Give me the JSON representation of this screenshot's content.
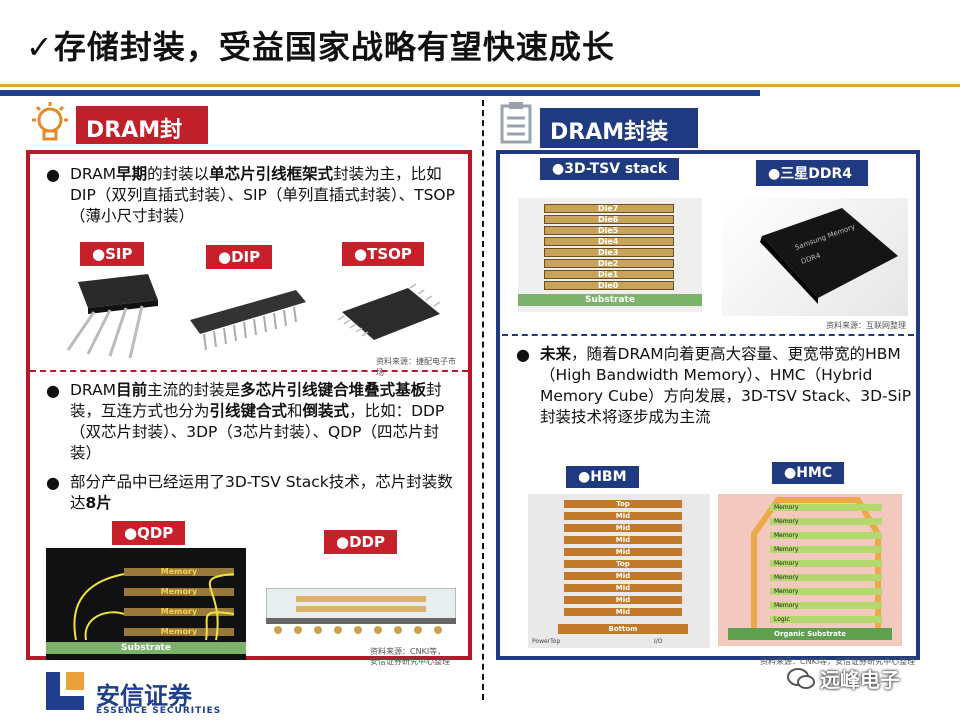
{
  "title": "✓存储封装，受益国家战略有望快速成长",
  "left_header": "DRAM封装",
  "right_header": "DRAM封装",
  "left": {
    "b1_parts": [
      "DRAM",
      "早期",
      "的封装以",
      "单芯片引线框架式",
      "封装为主，比如DIP（双列直插式封装）、SIP（单列直插式封装）、TSOP（薄小尺寸封装）"
    ],
    "tags_top": [
      "●SIP",
      "●DIP",
      "●TSOP"
    ],
    "src1": "资料来源：捷配电子市场",
    "b2_parts": [
      "DRAM",
      "目前",
      "主流的封装是",
      "多芯片引线键合堆叠式基板",
      "封装，互连方式也分为",
      "引线键合式",
      "和",
      "倒装式",
      "，比如：DDP（双芯片封装）、3DP（3芯片封装）、QDP（四芯片封装）"
    ],
    "b3_parts": [
      "部分产品中已经运用了3D-TSV Stack技术，芯片封装数达",
      "8片"
    ],
    "tags_bottom": [
      "●QDP",
      "●DDP"
    ],
    "qdp_mem": [
      "Memory",
      "Memory",
      "Memory",
      "Memory"
    ],
    "qdp_substrate": "Substrate",
    "src2_l1": "资料来源：CNKI等，",
    "src2_l2": "安信证券研究中心整理"
  },
  "right": {
    "tag_tsv": "●3D-TSV stack",
    "tag_samsung": "●三星DDR4",
    "dies": [
      "Die7",
      "Die6",
      "Die5",
      "Die4",
      "Die3",
      "Die2",
      "Die1",
      "Die0"
    ],
    "substrate": "Substrate",
    "chip_text1": "Samsung Memory",
    "chip_text2": "DDR4",
    "src1": "资料来源：互联网整理",
    "b_parts": [
      "未来",
      "，随着DRAM向着更高大容量、更宽带宽的HBM（High Bandwidth Memory）、HMC（Hybrid Memory Cube）方向发展，3D-TSV Stack、3D-SiP封装技术将逐步成为主流"
    ],
    "tag_hbm": "●HBM",
    "tag_hmc": "●HMC",
    "hbm_layers": [
      "Top",
      "Mid",
      "Mid",
      "Mid",
      "Mid",
      "Top",
      "Mid",
      "Mid",
      "Mid",
      "Mid",
      "Bottom"
    ],
    "hbm_foot": [
      "PowerTop",
      "I/O"
    ],
    "hmc_layers": [
      "Memory",
      "Memory",
      "Memory",
      "Memory",
      "Memory",
      "Memory",
      "Memory",
      "Memory",
      "Logic"
    ],
    "hmc_substrate": "Organic Substrate",
    "src2": "资料来源：CNKI等，安信证券研究中心整理"
  },
  "footer": {
    "logo_cn": "安信证券",
    "logo_en": "ESSENCE SECURITIES",
    "watermark": "远峰电子"
  },
  "colors": {
    "red": "#c0202a",
    "blue": "#1f3a80",
    "orange": "#e9a13a"
  }
}
